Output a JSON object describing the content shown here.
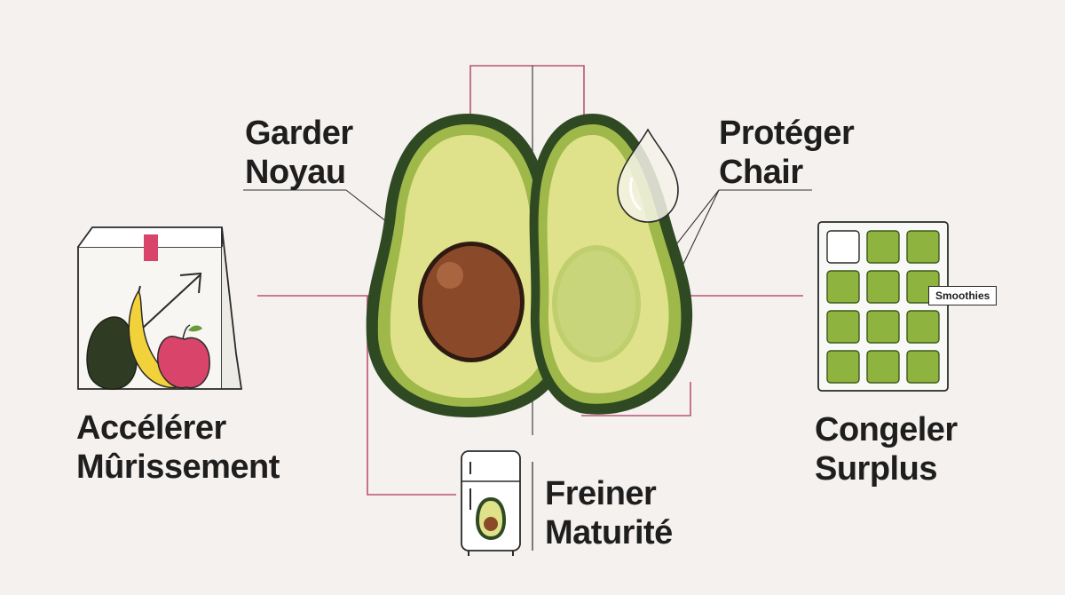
{
  "labels": {
    "keep_pit": [
      "Garder",
      "Noyau"
    ],
    "protect_flesh": [
      "Protéger",
      "Chair"
    ],
    "speed_ripening": [
      "Accélérer",
      "Mûrissement"
    ],
    "freeze_surplus": [
      "Congeler",
      "Surplus"
    ],
    "slow_ripening": [
      "Freiner",
      "Maturité"
    ]
  },
  "ice_tray_tag": "Smoothies",
  "colors": {
    "background": "#f4f1ee",
    "avocado_skin": "#2f4a22",
    "avocado_rim": "#9fb84a",
    "avocado_flesh": "#dfe28a",
    "pit": "#8a4a2a",
    "leader_lines": "#b8547a",
    "cube_green": "#8fb33f",
    "apple_red": "#d9456a",
    "banana_yellow": "#f2d23a"
  },
  "icons": [
    "avocado-half-with-pit-icon",
    "avocado-half-without-pit-icon",
    "water-drop-icon",
    "paper-bag-with-fruit-icon",
    "ice-cube-tray-icon",
    "refrigerator-icon"
  ]
}
